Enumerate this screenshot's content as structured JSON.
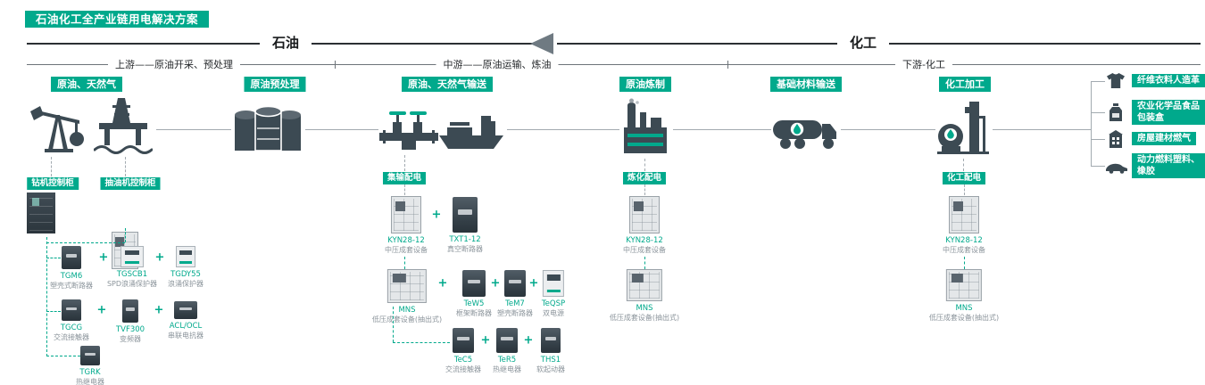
{
  "title": "石油化工全产业链用电解决方案",
  "colors": {
    "accent": "#00a98c",
    "icon_dark": "#3c4a53",
    "text_gray": "#8b949b"
  },
  "flow": {
    "left": "石油",
    "right": "化工"
  },
  "stages": {
    "upstream": "上游——原油开采、预处理",
    "midstream": "中游——原油运输、炼油",
    "downstream": "下游-化工"
  },
  "badges": {
    "crude_gas": "原油、天然气",
    "pretreat": "原油预处理",
    "transport": "原油、天然气输送",
    "refining": "原油炼制",
    "materials": "基础材料输送",
    "processing": "化工加工"
  },
  "end_products": {
    "fiber": "纤维衣料人造革",
    "agri": "农业化学品食品\n包装盒",
    "housing": "房屋建材燃气",
    "fuel": "动力燃料塑料、\n橡胶"
  },
  "groups": {
    "drill": "钻机控制柜",
    "pump": "抽油机控制柜",
    "gathering": "集输配电",
    "refining": "炼化配电",
    "chemical": "化工配电"
  },
  "plus": "+",
  "products": {
    "tgm6": {
      "name": "TGM6",
      "desc": "塑壳式断路器"
    },
    "tgscb1": {
      "name": "TGSCB1",
      "desc": "SPD浪涌保护器"
    },
    "tgdy55": {
      "name": "TGDY55",
      "desc": "浪涌保护器"
    },
    "tgcg": {
      "name": "TGCG",
      "desc": "交流接触器"
    },
    "tvf300": {
      "name": "TVF300",
      "desc": "变频器"
    },
    "acl": {
      "name": "ACL/OCL",
      "desc": "串联电抗器"
    },
    "tgrk": {
      "name": "TGRK",
      "desc": "热继电器"
    },
    "kyn": {
      "name": "KYN28-12",
      "desc": "中压成套设备"
    },
    "txt": {
      "name": "TXT1-12",
      "desc": "真空断路器"
    },
    "mns": {
      "name": "MNS",
      "desc": "低压成套设备(抽出式)"
    },
    "tew5": {
      "name": "TeW5",
      "desc": "框架断路器"
    },
    "tem7": {
      "name": "TeM7",
      "desc": "塑壳断路器"
    },
    "teqsp": {
      "name": "TeQSP",
      "desc": "双电源"
    },
    "tec5": {
      "name": "TeC5",
      "desc": "交流接触器"
    },
    "ter5": {
      "name": "TeR5",
      "desc": "热继电器"
    },
    "ths1": {
      "name": "THS1",
      "desc": "软起动器"
    }
  }
}
